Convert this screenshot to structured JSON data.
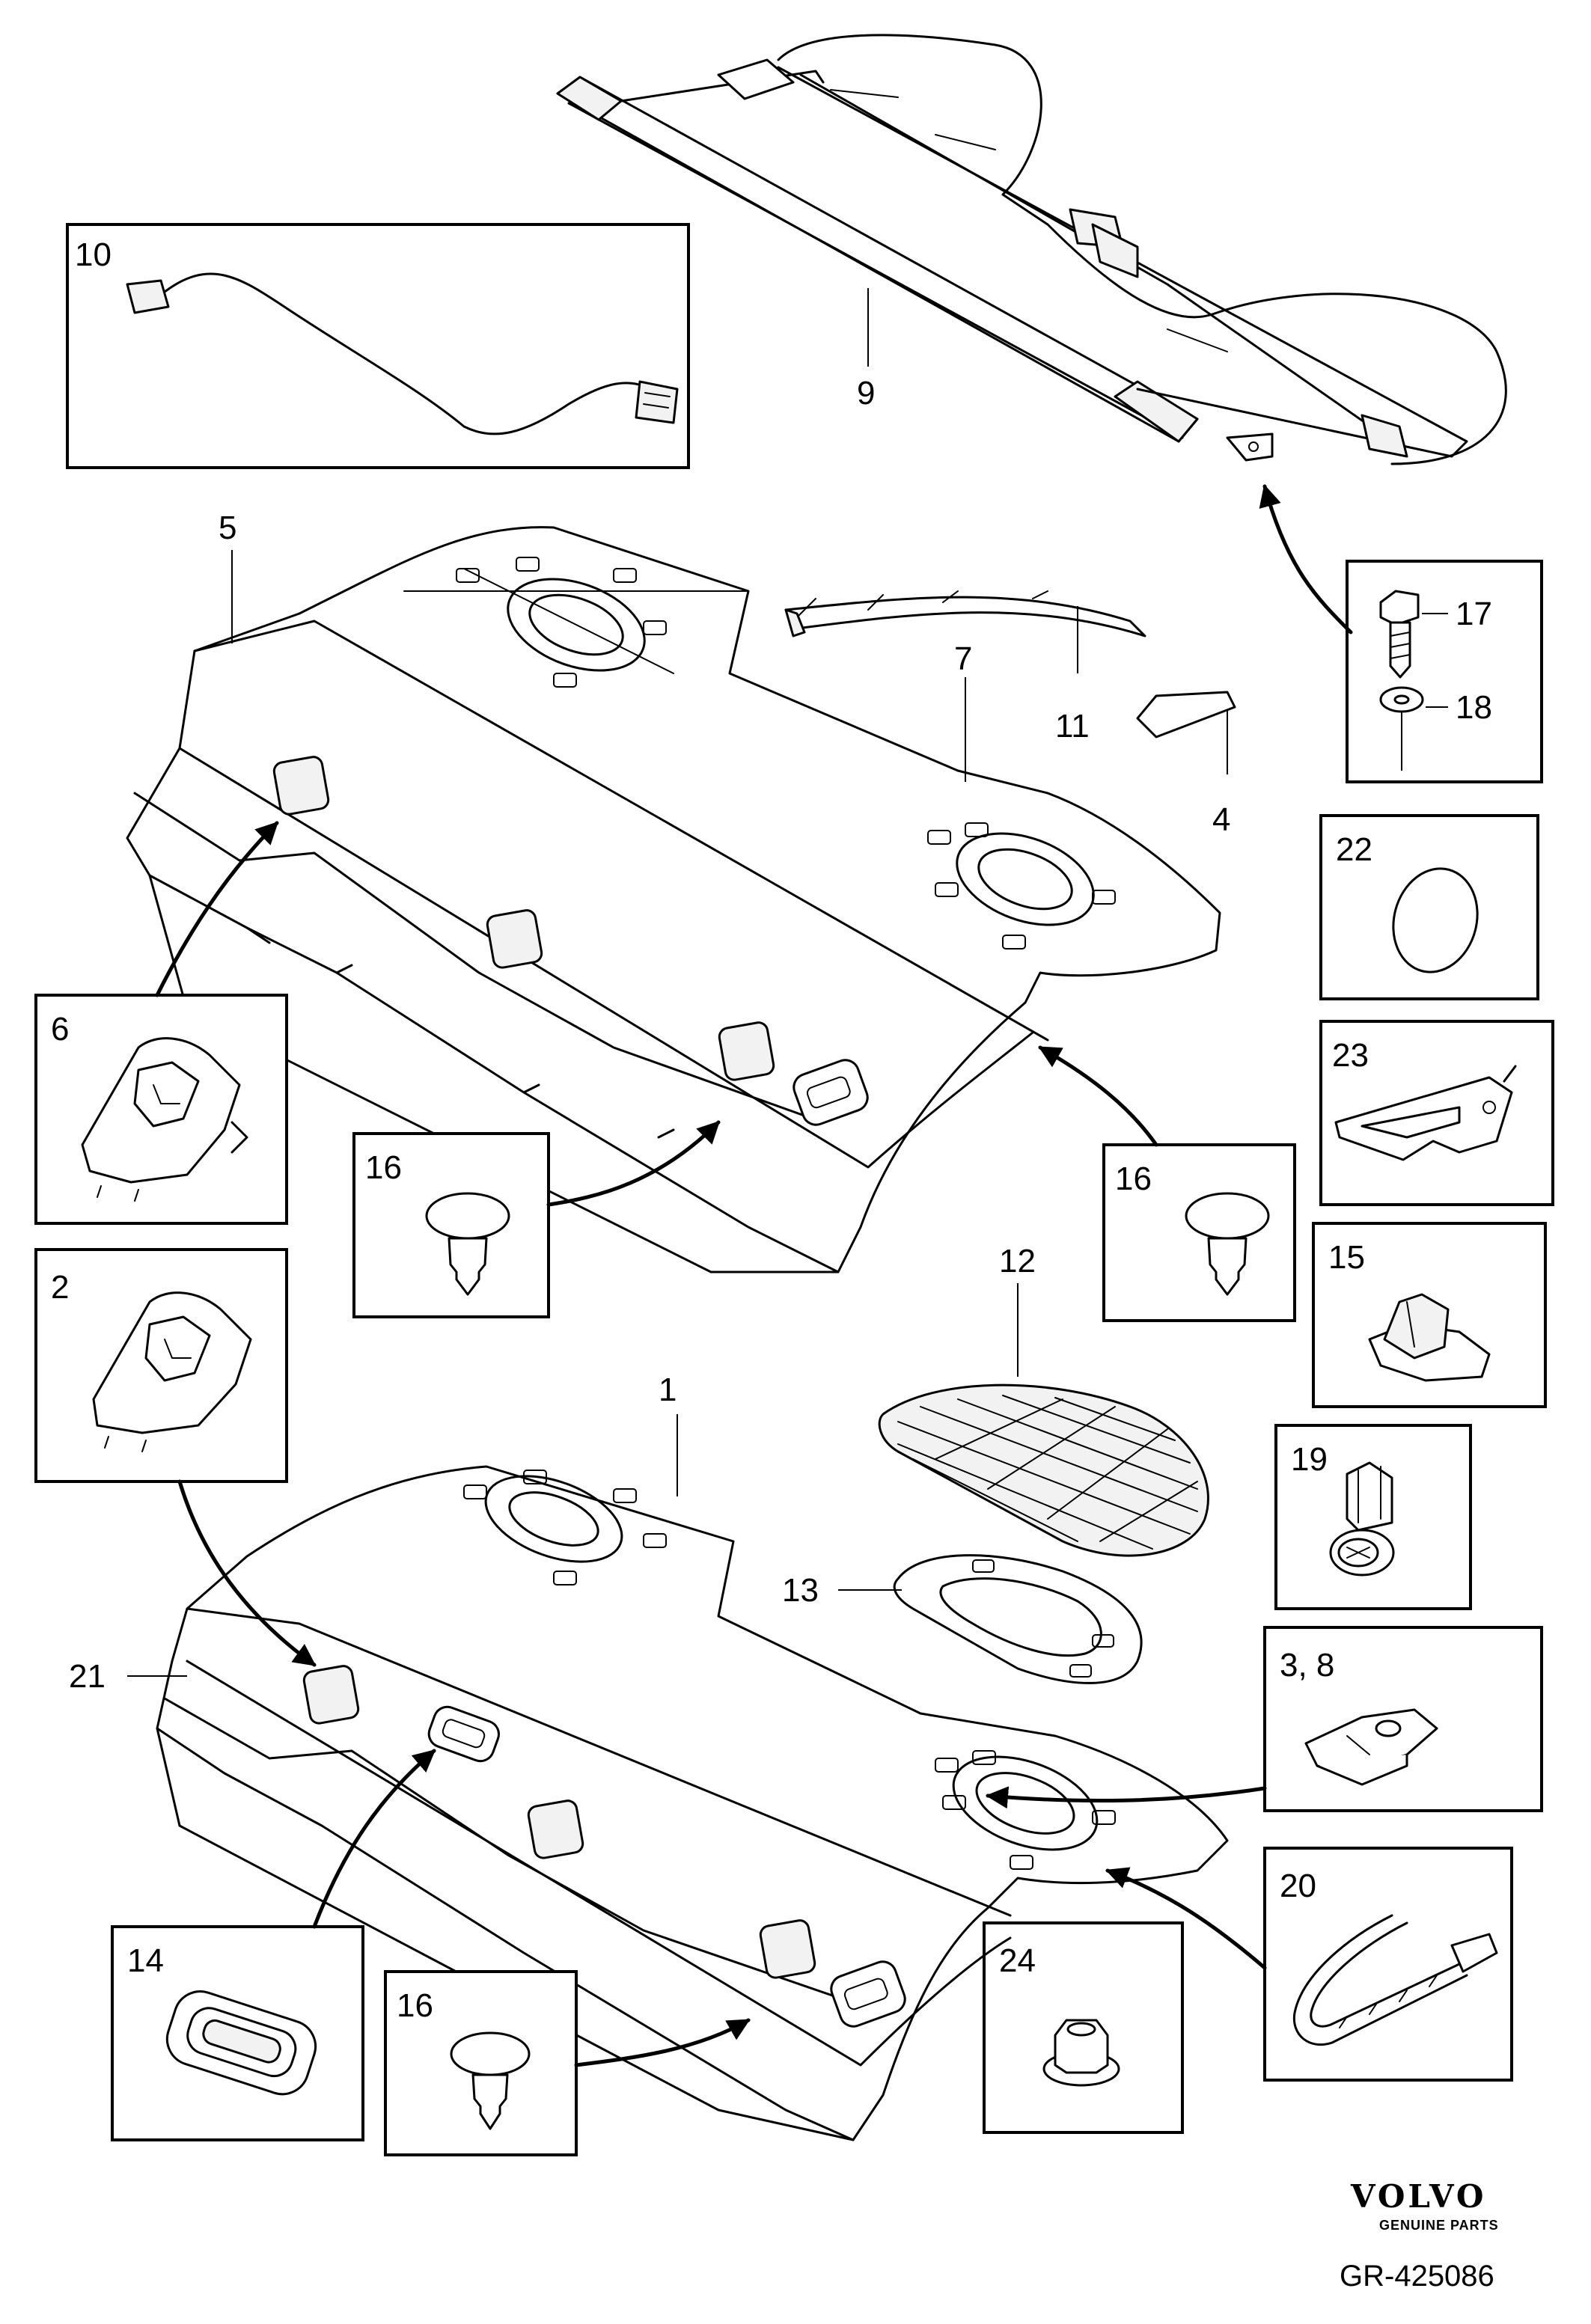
{
  "diagram": {
    "labels": {
      "p1": "1",
      "p2": "2",
      "p3_8": "3, 8",
      "p4": "4",
      "p5": "5",
      "p6": "6",
      "p7": "7",
      "p9": "9",
      "p10": "10",
      "p11": "11",
      "p12": "12",
      "p13": "13",
      "p14": "14",
      "p15": "15",
      "p16a": "16",
      "p16b": "16",
      "p16c": "16",
      "p17": "17",
      "p18": "18",
      "p19": "19",
      "p20": "20",
      "p21": "21",
      "p22": "22",
      "p23": "23",
      "p24": "24"
    }
  },
  "brand": {
    "name": "VOLVO",
    "subtitle": "GENUINE PARTS",
    "reference": "GR-425086"
  },
  "icons": [
    "volvo-logo"
  ]
}
